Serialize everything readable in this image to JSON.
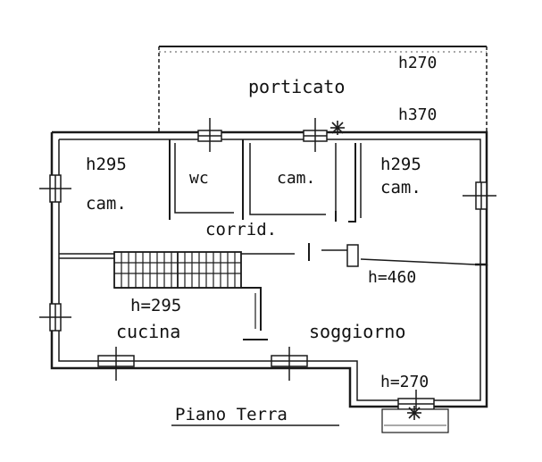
{
  "floor_title": "Piano Terra",
  "labels": {
    "porticato": "porticato",
    "h270_top": "h270",
    "h370": "h370",
    "h295_left": "h295",
    "cam_left": "cam.",
    "wc": "wc",
    "cam_mid": "cam.",
    "h295_right": "h295",
    "cam_right": "cam.",
    "corrid": "corrid.",
    "h460": "h=460",
    "h295_cucina": "h=295",
    "cucina": "cucina",
    "soggiorno": "soggiorno",
    "h270_bottom": "h=270"
  }
}
